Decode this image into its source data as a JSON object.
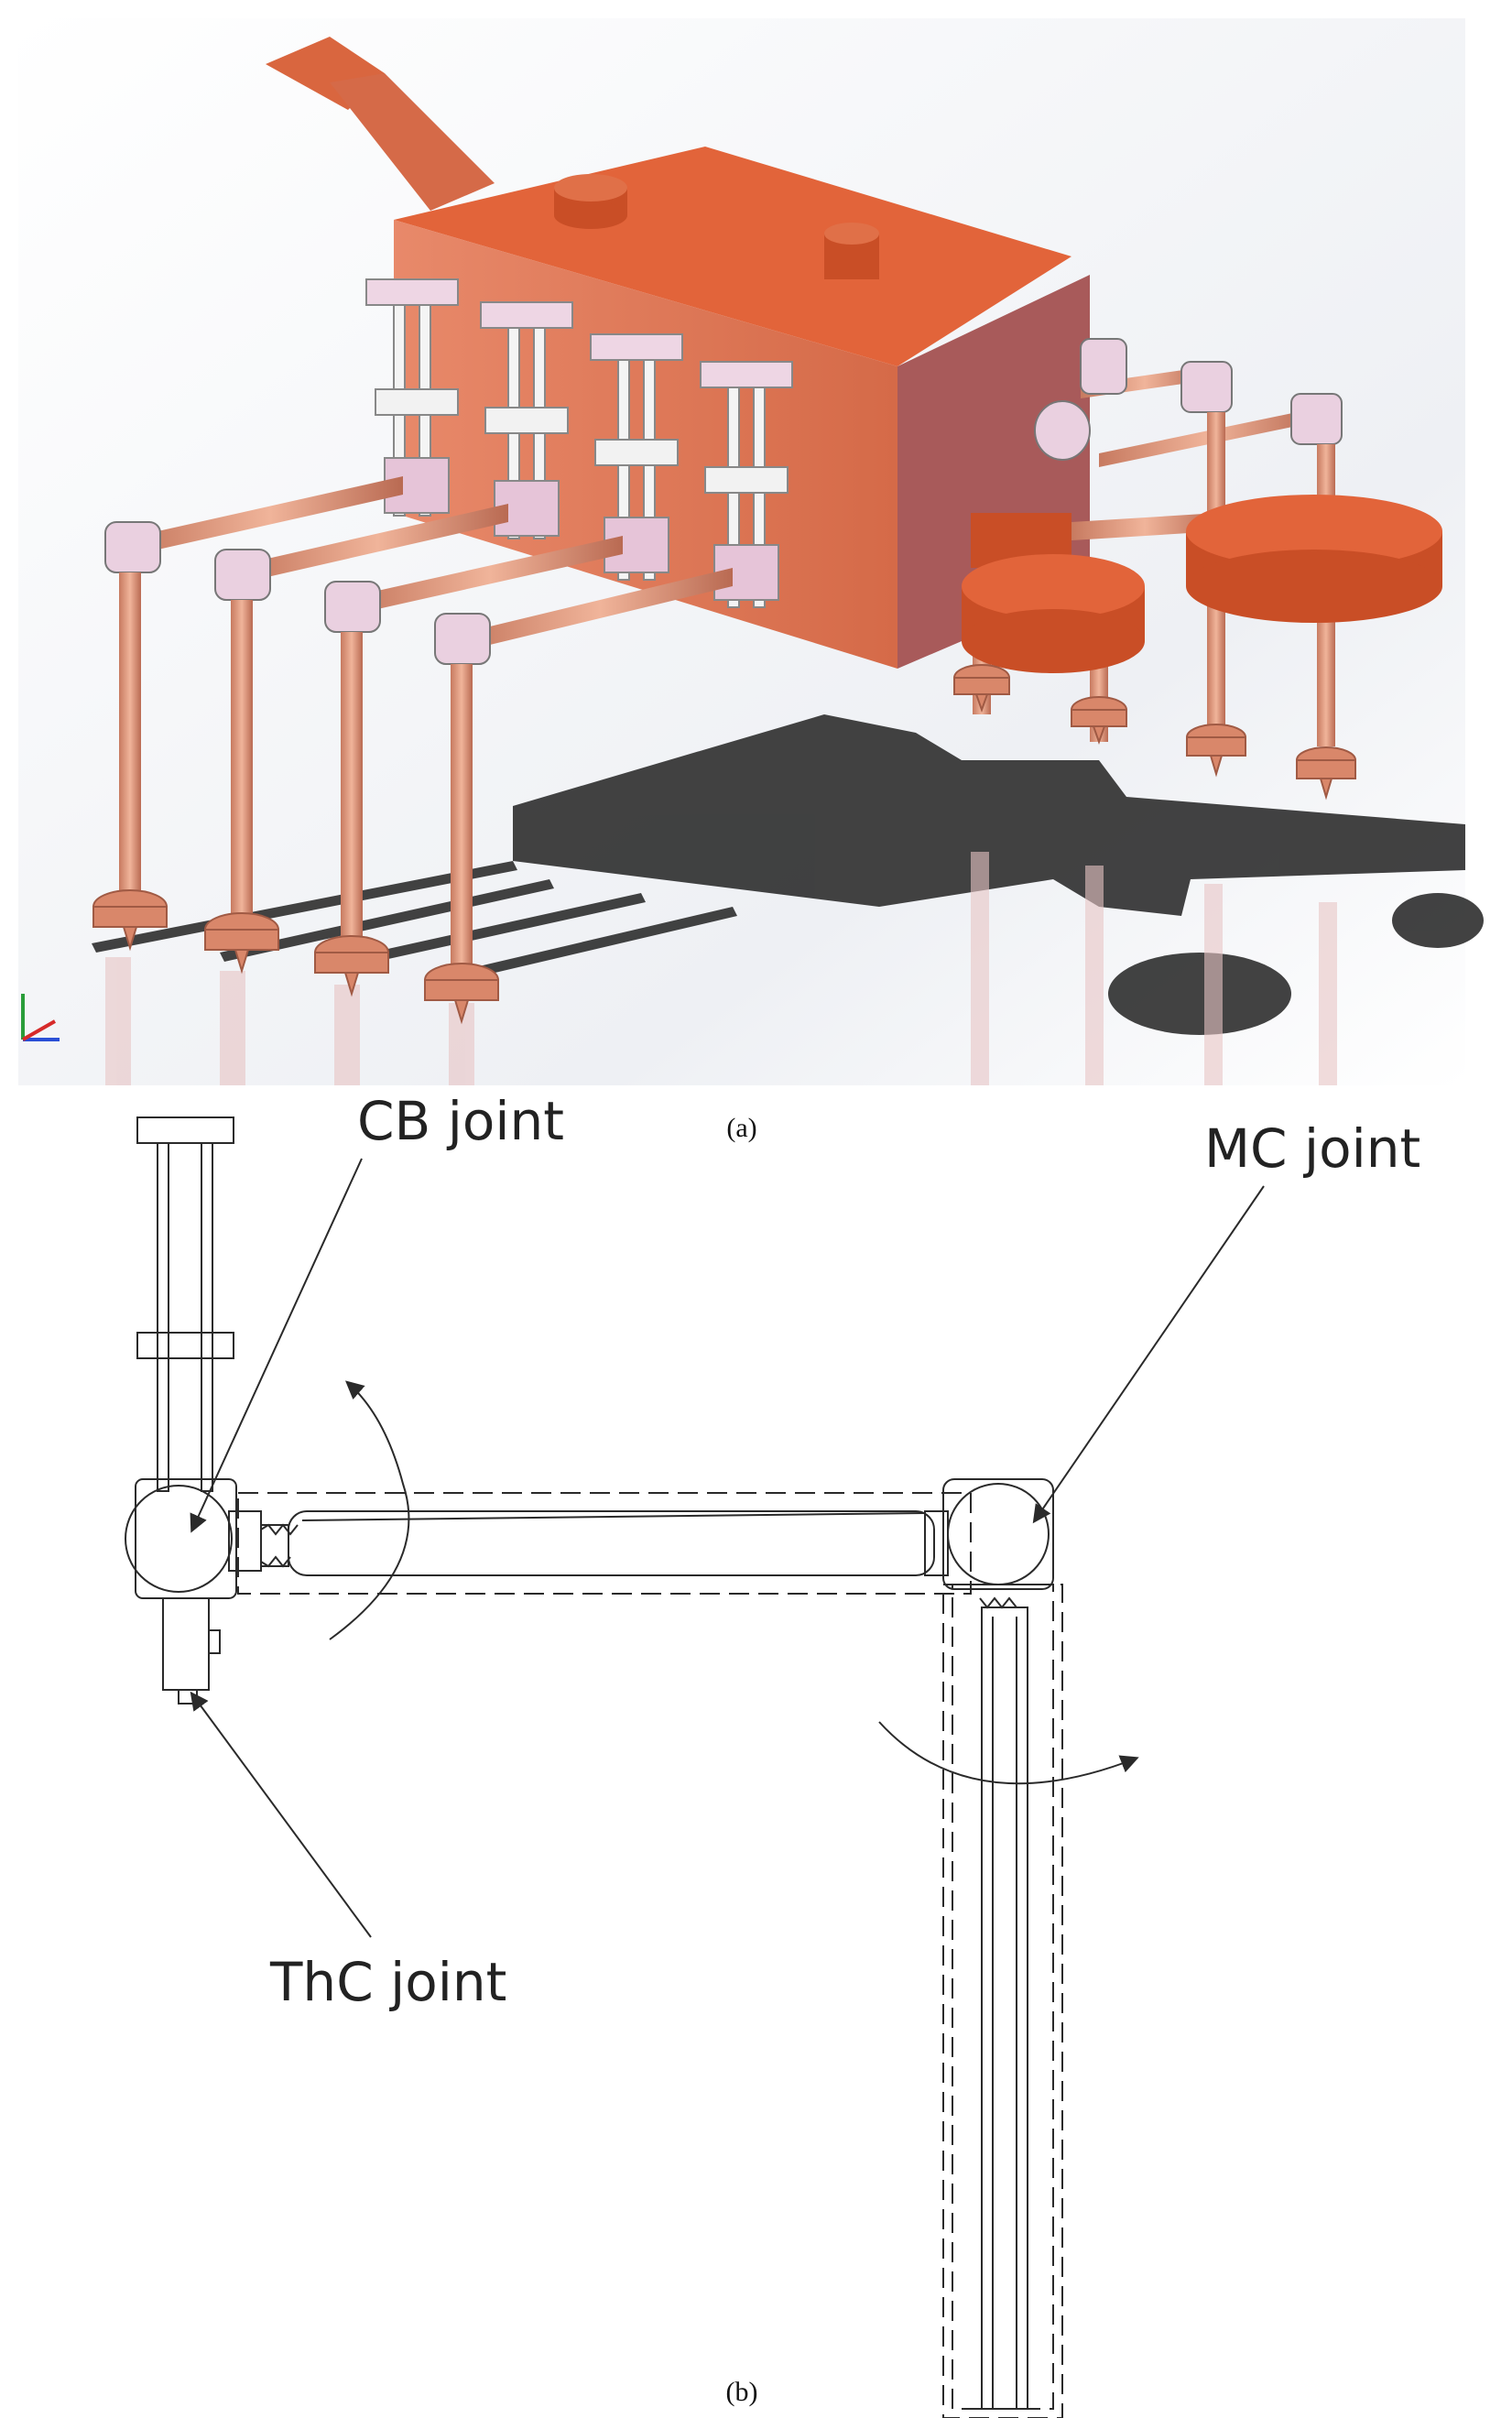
{
  "figure": {
    "panel_a": {
      "caption": "(a)"
    },
    "panel_b": {
      "caption": "(b)",
      "labels": {
        "cb": "CB joint",
        "mc": "MC joint",
        "thc": "ThC joint"
      }
    }
  },
  "colors": {
    "body": "#e2643a",
    "body_dark": "#c94e26",
    "side": "#a85a5a",
    "leg": "#d98a6e",
    "joint": "#e9c9dd",
    "shadow": "#333333",
    "line": "#2a2a2a"
  },
  "icons": {
    "axis_triad": "xyz-axes-icon"
  }
}
